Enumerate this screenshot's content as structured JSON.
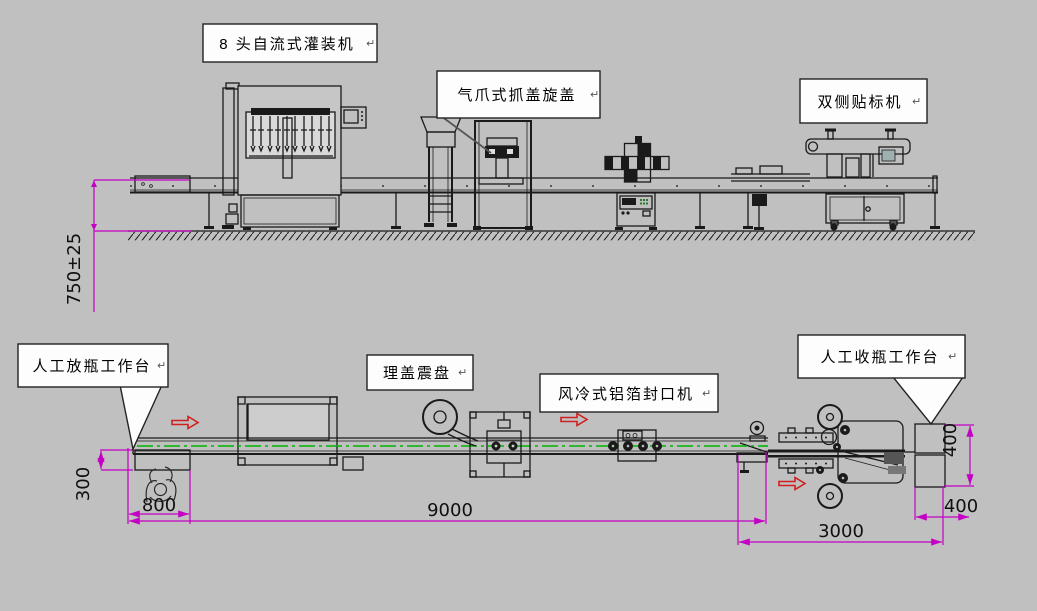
{
  "drawing": {
    "background_color": "#c0c0c0",
    "colors": {
      "dimension": "#c400c4",
      "centerline": "#00b400",
      "arrow": "#cf1f1f",
      "line": "#1a1a1a",
      "label_box_fill": "#fdfdfd"
    },
    "labels": {
      "filling_machine": "8 头自流式灌装机",
      "capping_machine": "气爪式抓盖旋盖",
      "labeling_machine": "双侧贴标机",
      "infeed_table": "人工放瓶工作台",
      "cap_sorter": "理盖震盘",
      "sealing_machine": "风冷式铝箔封口机",
      "outfeed_table": "人工收瓶工作台",
      "return_glyph": "↵"
    },
    "dimensions": {
      "conveyor_height": "750±25",
      "infeed_table_depth": "300",
      "infeed_table_width": "800",
      "main_line_length": "9000",
      "labeler_section_length": "3000",
      "outfeed_table_width": "400",
      "outfeed_table_depth": "400"
    }
  }
}
